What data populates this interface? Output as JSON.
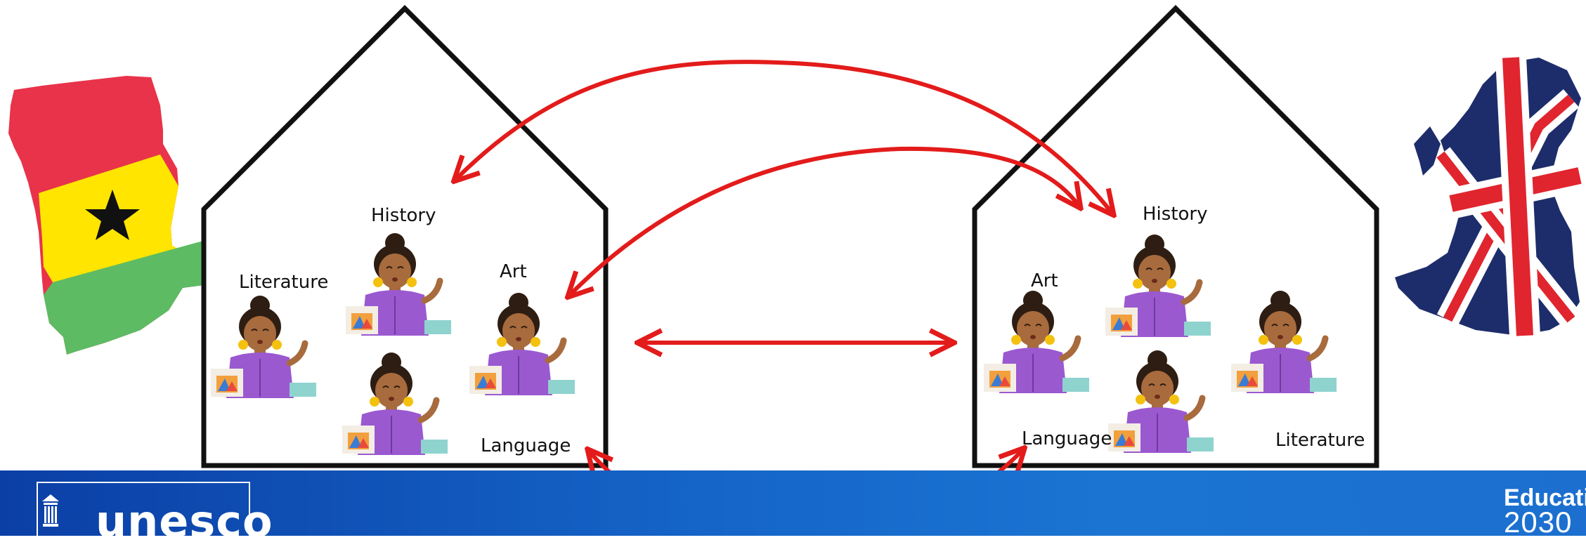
{
  "left_school": {
    "subjects": {
      "history": "History",
      "literature": "Literature",
      "art": "Art",
      "language": "Language"
    }
  },
  "right_school": {
    "subjects": {
      "history": "History",
      "art": "Art",
      "language": "Language",
      "literature": "Literature"
    }
  },
  "footer": {
    "brand": "unesco",
    "education_logo_top": "Educatio",
    "education_logo_bottom": "2030"
  },
  "colors": {
    "arrow": "#e31b1b",
    "footer_blue": "#1565c8",
    "flag_red": "#e8334a",
    "flag_yellow": "#ffe500",
    "flag_green": "#5dbb63",
    "teacher_shirt": "#9b59d0",
    "teacher_skin": "#a86b3d"
  }
}
